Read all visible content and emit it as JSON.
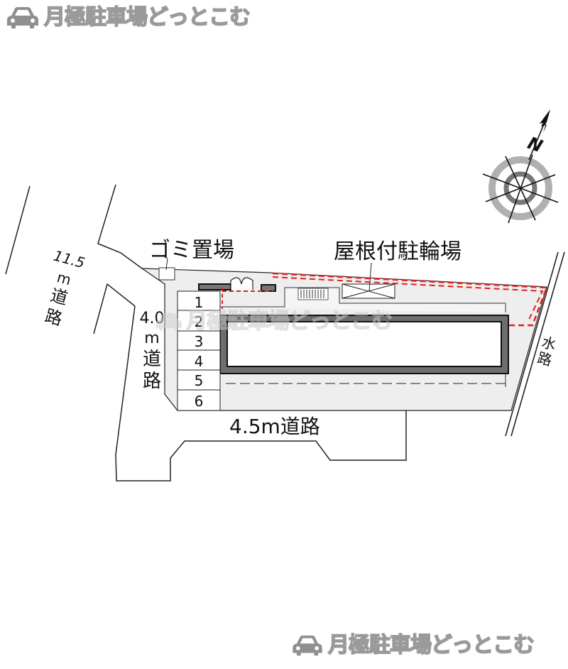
{
  "branding": {
    "site_name": "月極駐車場どっとこむ",
    "icon": "car-icon",
    "text_color": "#f2f2f2",
    "outline_color": "#9a9a9a"
  },
  "map": {
    "compass": {
      "label": "N",
      "icon": "north-arrow-compass-icon"
    },
    "roads": {
      "road_11_5": {
        "width": "11.5",
        "unit": "m",
        "name_line1": "道",
        "name_line2": "路"
      },
      "road_4_0": {
        "width": "4.0",
        "unit": "m",
        "name_line1": "道",
        "name_line2": "路"
      },
      "road_4_5": {
        "label": "4.5m道路"
      },
      "waterway": {
        "line1": "水",
        "line2": "路"
      }
    },
    "facilities": {
      "garbage": "ゴミ置場",
      "bicycle_parking": "屋根付駐輪場"
    },
    "parking_spaces": [
      "1",
      "2",
      "3",
      "4",
      "5",
      "6"
    ],
    "colors": {
      "lot_fill": "#eeeeee",
      "building_wall": "#6e6e6e",
      "boundary_dash": "#e02020",
      "line": "#222222"
    }
  }
}
